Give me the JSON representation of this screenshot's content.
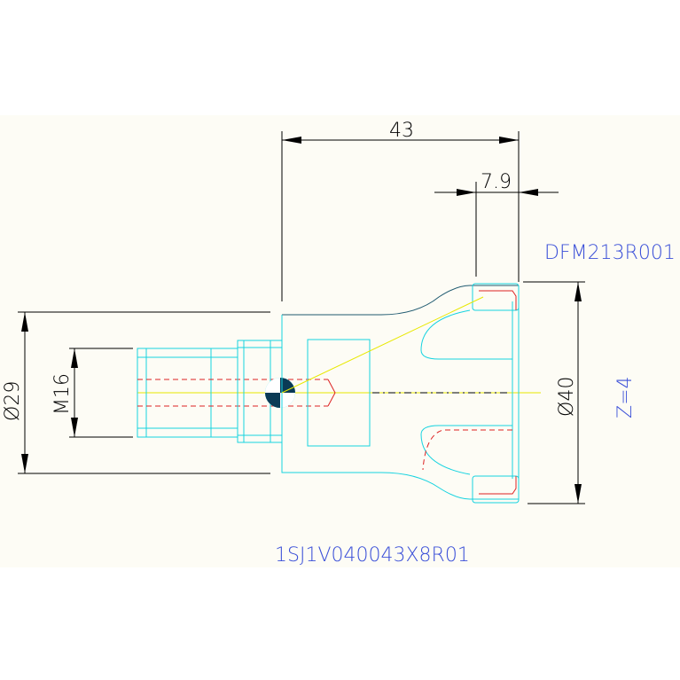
{
  "dimensions": {
    "overall_length": "43",
    "insert_offset": "7.9",
    "shank_diameter": "Ø29",
    "thread": "M16",
    "cutter_diameter": "Ø40"
  },
  "labels": {
    "insert_code": "DFM213R001",
    "teeth": "Z=4",
    "part_number": "1SJ1V040043X8R01"
  },
  "colors": {
    "outline": "#16d3e0",
    "hidden_lines": "#dd2222",
    "center_line": "#e8e800",
    "dimension": "#000000",
    "annotation": "#3a4fd8"
  }
}
